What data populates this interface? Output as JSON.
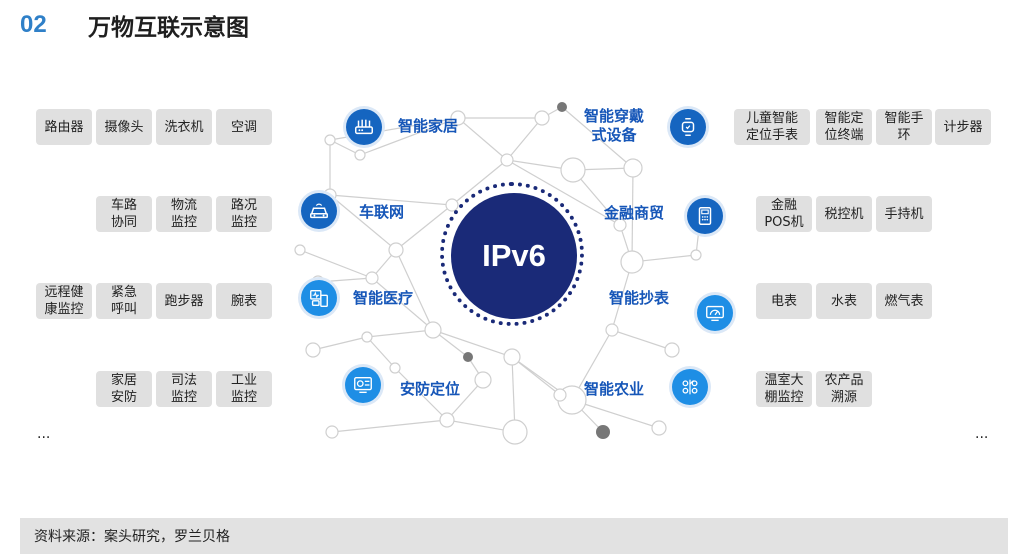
{
  "header": {
    "number": "02",
    "title": "万物互联示意图"
  },
  "center": {
    "label": "IPv6"
  },
  "hubs": [
    {
      "label": "智能家居",
      "icon": "router-icon"
    },
    {
      "label": "车联网",
      "icon": "car-icon"
    },
    {
      "label": "智能医疗",
      "icon": "medical-devices-icon"
    },
    {
      "label": "安防定位",
      "icon": "security-camera-icon"
    },
    {
      "label": "智能穿戴\n式设备",
      "icon": "smartwatch-icon"
    },
    {
      "label": "金融商贸",
      "icon": "pos-terminal-icon"
    },
    {
      "label": "智能抄表",
      "icon": "meter-icon"
    },
    {
      "label": "智能农业",
      "icon": "agriculture-icon"
    }
  ],
  "left_groups": [
    [
      "路由器",
      "摄像头",
      "洗衣机",
      "空调"
    ],
    [
      "车路\n协同",
      "物流\n监控",
      "路况\n监控"
    ],
    [
      "远程健\n康监控",
      "紧急\n呼叫",
      "跑步器",
      "腕表"
    ],
    [
      "家居\n安防",
      "司法\n监控",
      "工业\n监控"
    ]
  ],
  "right_groups": [
    [
      "儿童智能\n定位手表",
      "智能定\n位终端",
      "智能手\n环",
      "计步器"
    ],
    [
      "金融\nPOS机",
      "税控机",
      "手持机"
    ],
    [
      "电表",
      "水表",
      "燃气表"
    ],
    [
      "温室大\n棚监控",
      "农产品\n溯源"
    ]
  ],
  "ellipsis": {
    "left": "...",
    "right": "..."
  },
  "source": "资料来源：案头研究，罗兰贝格",
  "colors": {
    "accent": "#2f80c8",
    "hub_dark": "#1565c0",
    "hub_light": "#1e8ee5",
    "center": "#1a2a78",
    "label": "#1656b8"
  }
}
